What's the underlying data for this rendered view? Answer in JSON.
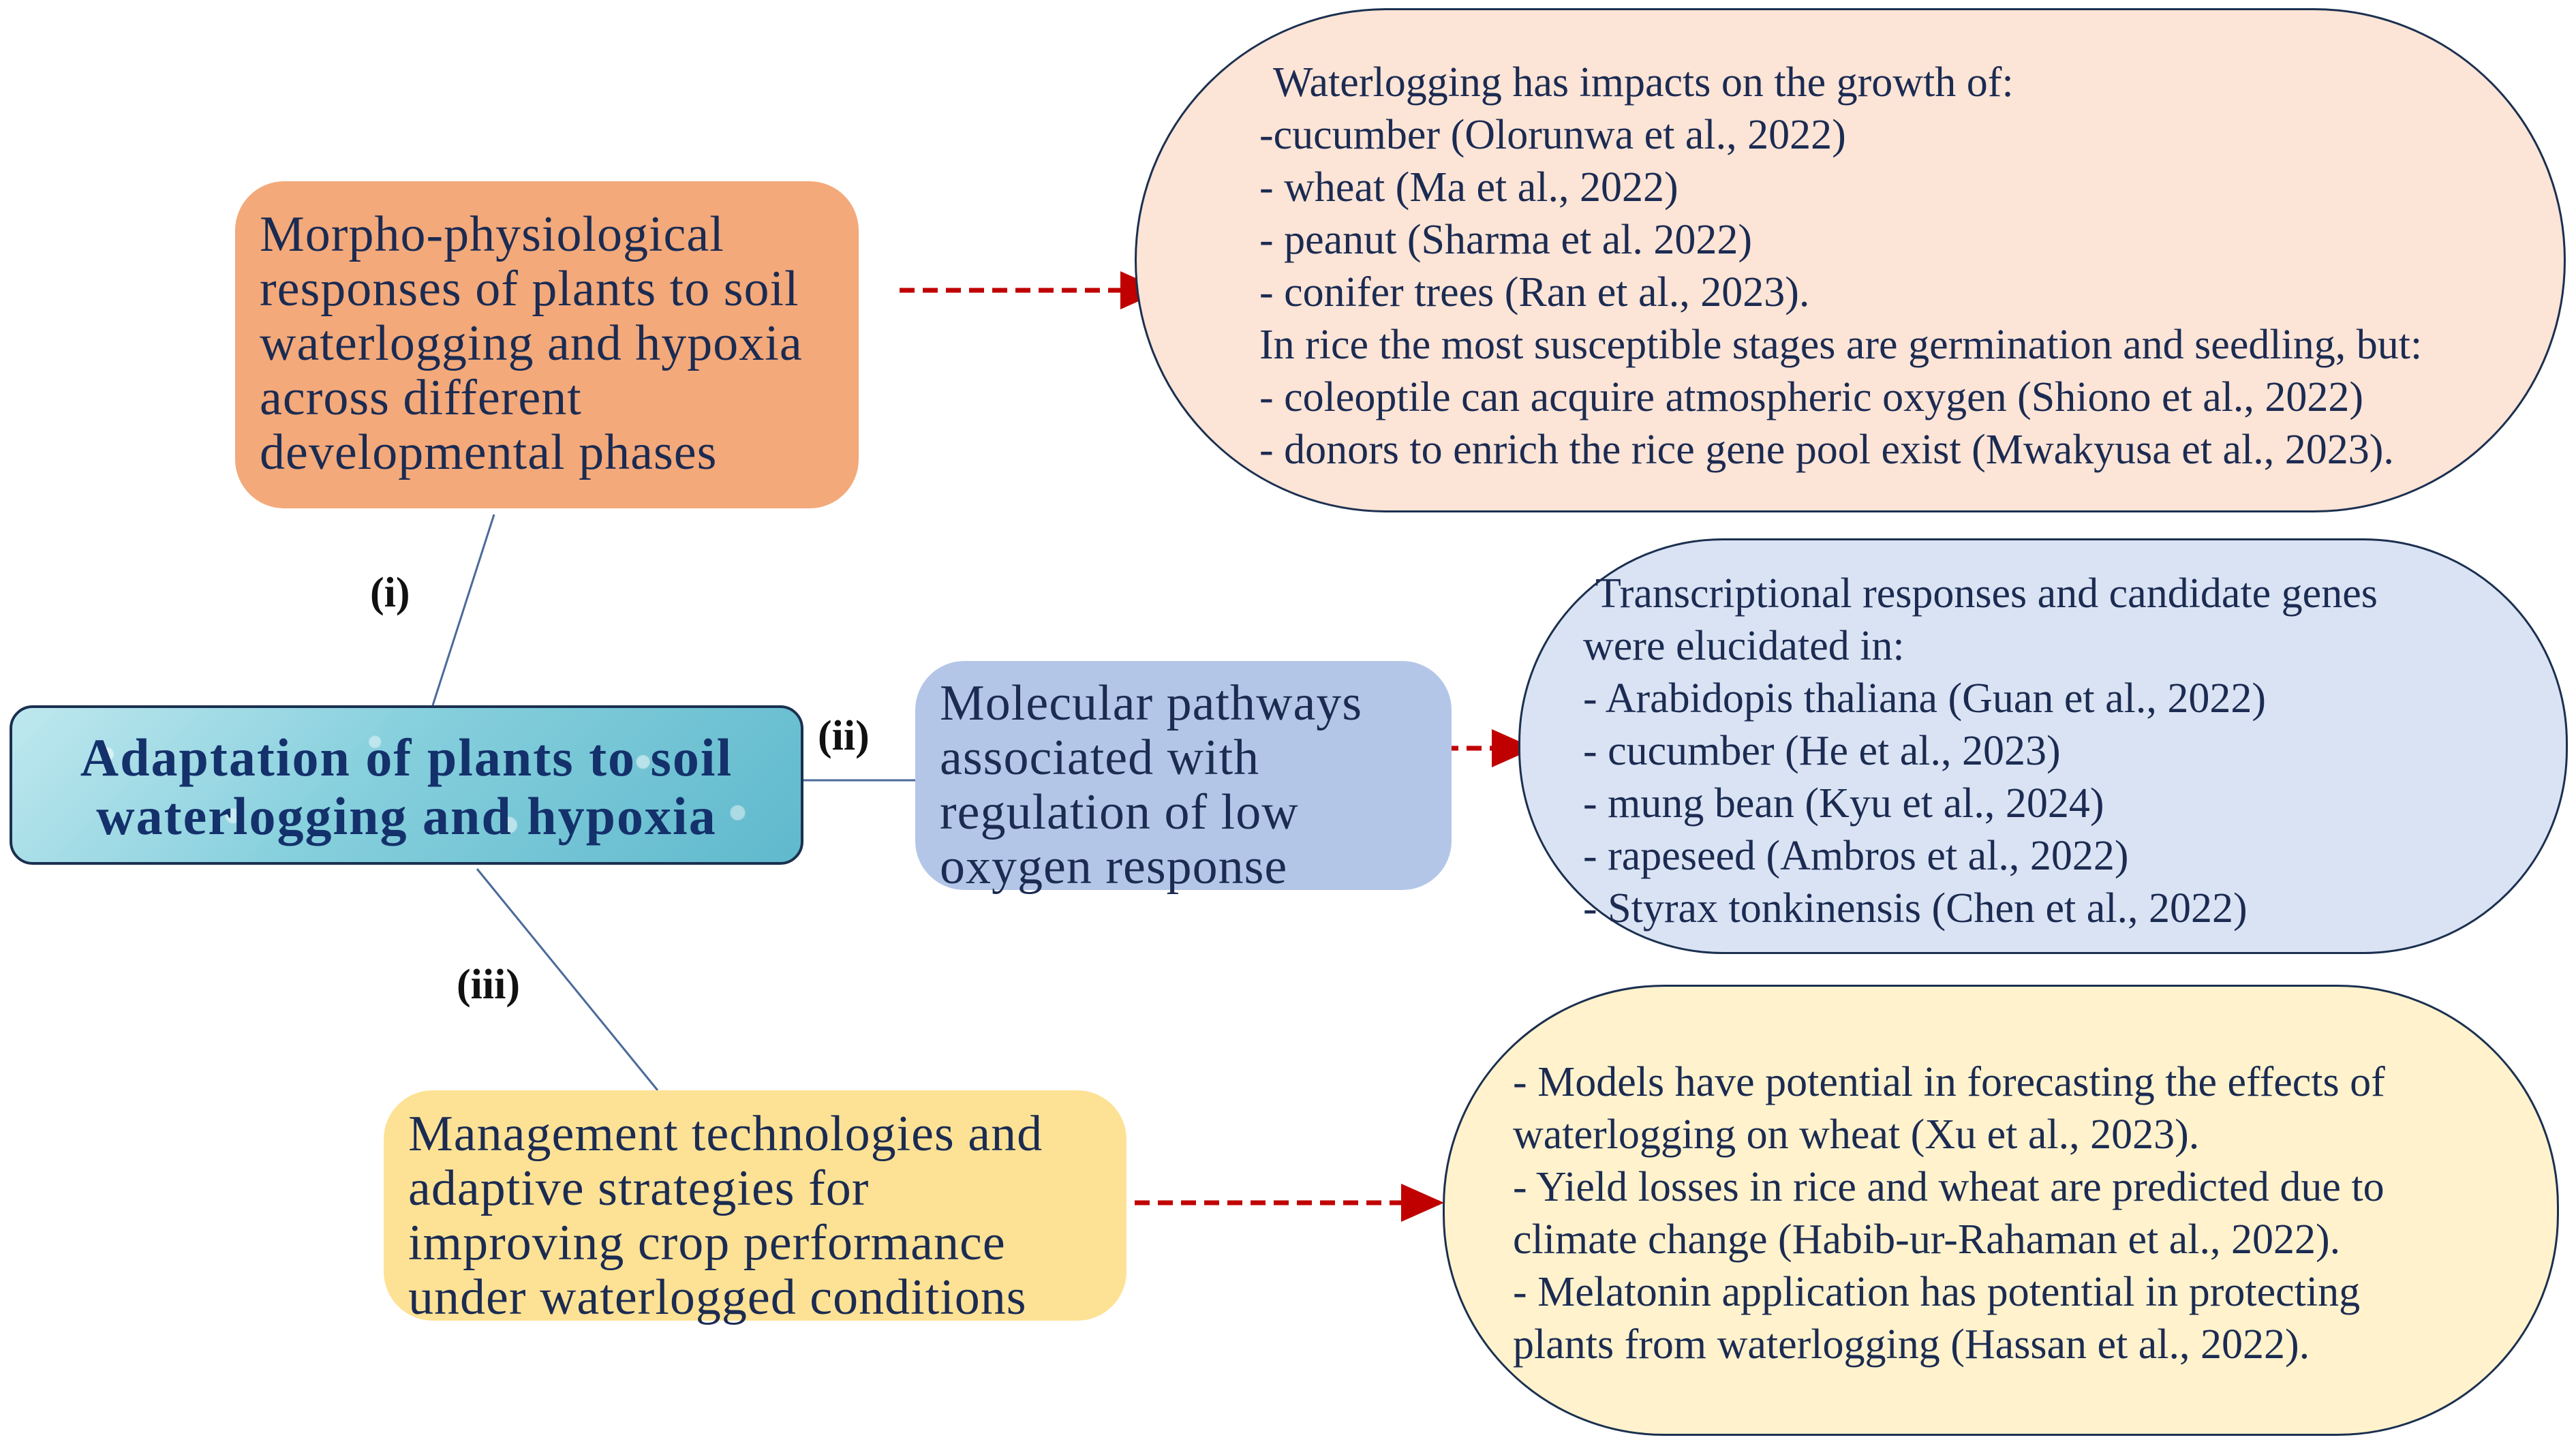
{
  "central": {
    "lines": [
      "Adaptation of plants to soil",
      "waterlogging and hypoxia"
    ]
  },
  "branches": [
    {
      "label": "(i)",
      "lines": [
        "Morpho-physiological",
        "responses of plants to soil",
        "waterlogging and hypoxia",
        "across different",
        "developmental phases"
      ],
      "fill": "#f3a97a"
    },
    {
      "label": "(ii)",
      "lines": [
        "Molecular pathways",
        "associated with",
        "regulation of low",
        "oxygen response"
      ],
      "fill": "#b3c6e8"
    },
    {
      "label": "(iii)",
      "lines": [
        "Management technologies and",
        "adaptive strategies for",
        "improving crop performance",
        "under waterlogged conditions"
      ],
      "fill": "#fde295"
    }
  ],
  "details": [
    {
      "fill": "#fce4d6",
      "lines": [
        "Waterlogging has impacts on the growth of:",
        "-cucumber (Olorunwa et al., 2022)",
        "- wheat (Ma et al., 2022)",
        "- peanut (Sharma et al. 2022)",
        "- conifer trees (Ran et al., 2023).",
        "In rice the most susceptible stages are germination and seedling, but:",
        "- coleoptile can acquire atmospheric oxygen (Shiono et al., 2022)",
        "- donors to enrich the rice gene pool exist  (Mwakyusa et al., 2023)."
      ]
    },
    {
      "fill": "#dae3f3",
      "lines": [
        "Transcriptional responses and candidate genes",
        "were elucidated in:",
        "- Arabidopis thaliana (Guan et al., 2022)",
        "- cucumber (He et al., 2023)",
        "- mung bean (Kyu et al., 2024)",
        "- rapeseed (Ambros et al., 2022)",
        "- Styrax tonkinensis (Chen et al., 2022)"
      ]
    },
    {
      "fill": "#fff2cc",
      "lines": [
        "- Models have potential in forecasting the effects of",
        "waterlogging on wheat (Xu et al., 2023).",
        "- Yield losses in rice and wheat are predicted due to",
        "climate change (Habib-ur-Rahaman et al., 2022).",
        "- Melatonin application has potential in protecting",
        "plants from waterlogging (Hassan et al., 2022)."
      ]
    }
  ],
  "colors": {
    "connector": "#4a6a9a",
    "arrow": "#c00000",
    "text": "#1b2b52",
    "central_text": "#14316b"
  }
}
